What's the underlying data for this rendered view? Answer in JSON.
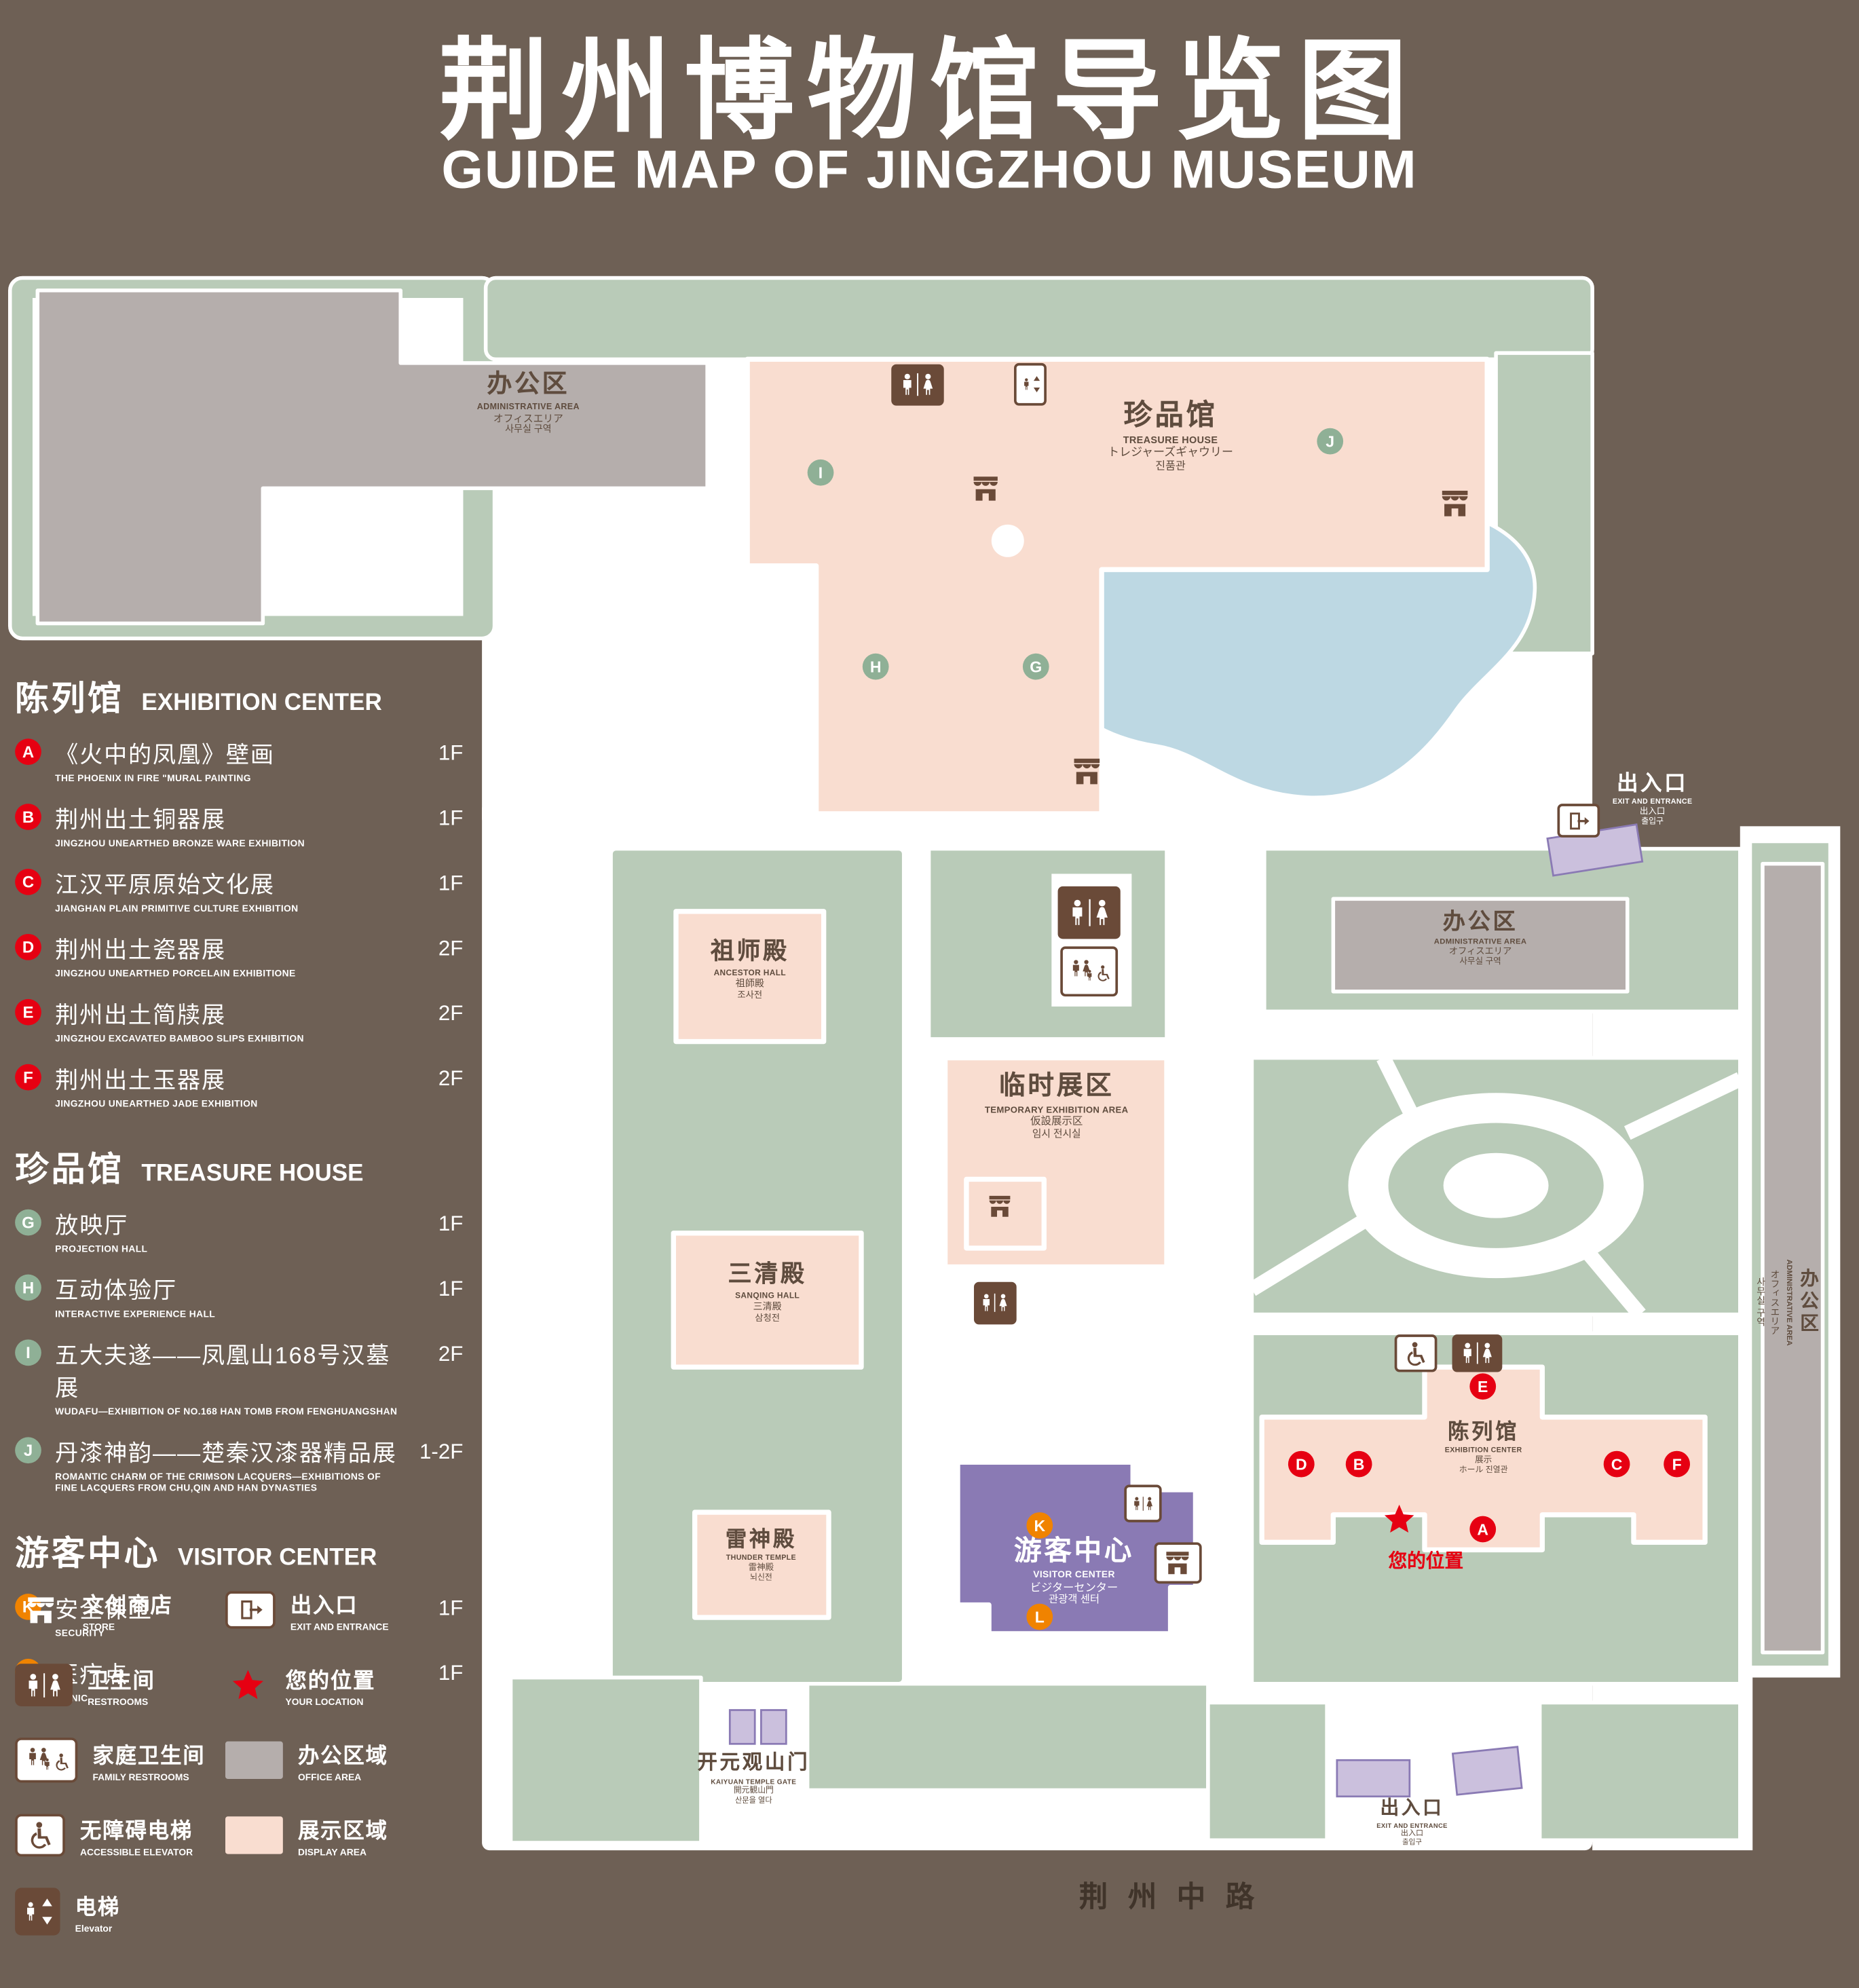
{
  "header": {
    "title_zh": "荆州博物馆导览图",
    "title_en": "GUIDE MAP OF JINGZHOU MUSEUM"
  },
  "legend": {
    "sections": [
      {
        "zh": "陈列馆",
        "en": "EXHIBITION CENTER",
        "items": [
          {
            "letter": "A",
            "zh": "《火中的凤凰》壁画",
            "en": "THE PHOENIX IN FIRE \"MURAL PAINTING",
            "floor": "1F"
          },
          {
            "letter": "B",
            "zh": "荆州出土铜器展",
            "en": "JINGZHOU UNEARTHED BRONZE WARE EXHIBITION",
            "floor": "1F"
          },
          {
            "letter": "C",
            "zh": "江汉平原原始文化展",
            "en": "JIANGHAN PLAIN PRIMITIVE CULTURE EXHIBITION",
            "floor": "1F"
          },
          {
            "letter": "D",
            "zh": "荆州出土瓷器展",
            "en": "JINGZHOU UNEARTHED PORCELAIN EXHIBITIONE",
            "floor": "2F"
          },
          {
            "letter": "E",
            "zh": "荆州出土简牍展",
            "en": "JINGZHOU EXCAVATED BAMBOO SLIPS EXHIBITION",
            "floor": "2F"
          },
          {
            "letter": "F",
            "zh": "荆州出土玉器展",
            "en": "JINGZHOU UNEARTHED JADE EXHIBITION",
            "floor": "2F"
          }
        ]
      },
      {
        "zh": "珍品馆",
        "en": "TREASURE HOUSE",
        "items": [
          {
            "letter": "G",
            "zh": "放映厅",
            "en": "PROJECTION HALL",
            "floor": "1F"
          },
          {
            "letter": "H",
            "zh": "互动体验厅",
            "en": "INTERACTIVE EXPERIENCE HALL",
            "floor": "1F"
          },
          {
            "letter": "I",
            "zh": "五大夫遂——凤凰山168号汉墓展",
            "en": "WUDAFU—EXHIBITION OF NO.168 HAN TOMB FROM FENGHUANGSHAN",
            "floor": "2F"
          },
          {
            "letter": "J",
            "zh": "丹漆神韵——楚秦汉漆器精品展",
            "en": "ROMANTIC CHARM OF THE CRIMSON LACQUERS—EXHIBITIONS OF FINE LACQUERS FROM CHU,QIN AND HAN DYNASTIES",
            "floor": "1-2F"
          }
        ]
      },
      {
        "zh": "游客中心",
        "en": "VISITOR CENTER",
        "items": [
          {
            "letter": "K",
            "zh": "安全保卫",
            "en": "SECURITY",
            "floor": "1F"
          },
          {
            "letter": "L",
            "zh": "医疗点",
            "en": "CLINIC",
            "floor": "1F"
          }
        ]
      }
    ],
    "symbols": [
      {
        "zh": "文创商店",
        "en": "STORE"
      },
      {
        "zh": "出入口",
        "en": "EXIT AND ENTRANCE"
      },
      {
        "zh": "卫生间",
        "en": "RESTROOMS"
      },
      {
        "zh": "您的位置",
        "en": "YOUR LOCATION"
      },
      {
        "zh": "家庭卫生间",
        "en": "FAMILY RESTROOMS"
      },
      {
        "zh": "办公区域",
        "en": "OFFICE AREA"
      },
      {
        "zh": "无障碍电梯",
        "en": "ACCESSIBLE ELEVATOR"
      },
      {
        "zh": "展示区域",
        "en": "DISPLAY AREA"
      },
      {
        "zh": "电梯",
        "en": "Elevator"
      }
    ]
  },
  "map": {
    "admin": {
      "zh": "办公区",
      "en": "ADMINISTRATIVE AREA",
      "ja": "オフィスエリア",
      "ko": "사무실 구역"
    },
    "treasure": {
      "zh": "珍品馆",
      "en": "TREASURE HOUSE",
      "ja": "トレジャーズギャウリー",
      "ko": "진품관"
    },
    "exit": {
      "zh": "出入口",
      "en": "EXIT AND ENTRANCE",
      "ja": "出入口",
      "ko": "출입구"
    },
    "ancestor": {
      "zh": "祖师殿",
      "en": "ANCESTOR HALL",
      "ja": "祖師殿",
      "ko": "조사전"
    },
    "temporary": {
      "zh": "临时展区",
      "en": "TEMPORARY EXHIBITION AREA",
      "ja": "仮設展示区",
      "ko": "임시 전시실"
    },
    "sanqing": {
      "zh": "三清殿",
      "en": "SANQING HALL",
      "ja": "三清殿",
      "ko": "삼청전"
    },
    "thunder": {
      "zh": "雷神殿",
      "en": "THUNDER TEMPLE",
      "ja": "雷神殿",
      "ko": "뇌신전"
    },
    "visitor": {
      "zh": "游客中心",
      "en": "VISITOR CENTER",
      "ja": "ビジターセンター",
      "ko": "관광객 센터"
    },
    "exhibition": {
      "zh": "陈列馆",
      "en": "EXHIBITION CENTER",
      "ja": "展示",
      "ko": "ホール 진열관"
    },
    "gate": {
      "zh": "开元观山门",
      "en": "KAIYUAN TEMPLE GATE",
      "ja": "開元観山門",
      "ko": "산문을 열다"
    },
    "road": "荆州中路",
    "your_location": "您的位置",
    "markers": {
      "A": "A",
      "B": "B",
      "C": "C",
      "D": "D",
      "E": "E",
      "F": "F",
      "G": "G",
      "H": "H",
      "I": "I",
      "J": "J",
      "K": "K",
      "L": "L"
    }
  },
  "colors": {
    "background": "#6e6055",
    "green": "#b9cbb8",
    "display_area": "#f9ddd0",
    "office_area": "#b5aeac",
    "pond": "#bdd8e3",
    "visitor_center": "#8a7ab4",
    "marker_red": "#e60012",
    "marker_green": "#8fb096",
    "marker_orange": "#f08300",
    "icon_brown": "#6a4a38"
  }
}
